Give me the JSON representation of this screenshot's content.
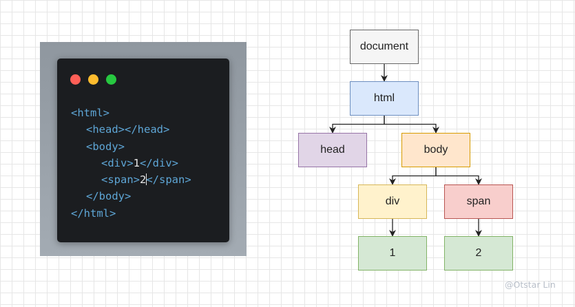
{
  "code_editor": {
    "lines": [
      {
        "indent": 0,
        "pre": "<html>",
        "text": "",
        "post": ""
      },
      {
        "indent": 1,
        "pre": "<head></head>",
        "text": "",
        "post": ""
      },
      {
        "indent": 1,
        "pre": "<body>",
        "text": "",
        "post": ""
      },
      {
        "indent": 2,
        "pre": "<div>",
        "text": "1",
        "post": "</div>"
      },
      {
        "indent": 2,
        "pre": "<span>",
        "text": "2",
        "post": "</span>",
        "caret": true
      },
      {
        "indent": 1,
        "pre": "</body>",
        "text": "",
        "post": ""
      },
      {
        "indent": 0,
        "pre": "</html>",
        "text": "",
        "post": ""
      }
    ]
  },
  "tree": {
    "nodes": [
      {
        "id": "document",
        "label": "document",
        "fill": "#f5f5f5",
        "stroke": "#666666"
      },
      {
        "id": "html",
        "label": "html",
        "fill": "#dae8fc",
        "stroke": "#6c8ebf"
      },
      {
        "id": "head",
        "label": "head",
        "fill": "#e1d5e7",
        "stroke": "#9673a6"
      },
      {
        "id": "body",
        "label": "body",
        "fill": "#ffe6cc",
        "stroke": "#d79b00"
      },
      {
        "id": "div",
        "label": "div",
        "fill": "#fff2cc",
        "stroke": "#d6b656"
      },
      {
        "id": "span",
        "label": "span",
        "fill": "#f8cecc",
        "stroke": "#b85450"
      },
      {
        "id": "text1",
        "label": "1",
        "fill": "#d5e8d4",
        "stroke": "#82b366"
      },
      {
        "id": "text2",
        "label": "2",
        "fill": "#d5e8d4",
        "stroke": "#82b366"
      }
    ],
    "edges": [
      {
        "from": "document",
        "to": "html"
      },
      {
        "from": "html",
        "to": "head"
      },
      {
        "from": "html",
        "to": "body"
      },
      {
        "from": "body",
        "to": "div"
      },
      {
        "from": "body",
        "to": "span"
      },
      {
        "from": "div",
        "to": "text1"
      },
      {
        "from": "span",
        "to": "text2"
      }
    ]
  },
  "watermark": "@Otstar Lin"
}
